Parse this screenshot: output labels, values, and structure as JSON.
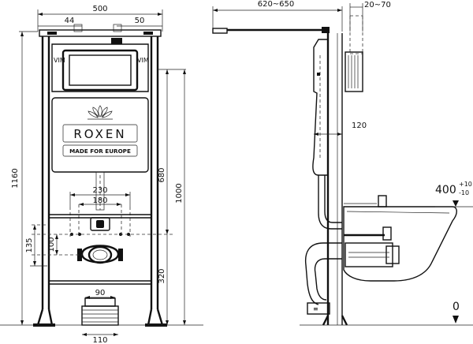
{
  "brand": {
    "name": "ROXEN",
    "tagline": "MADE FOR EUROPE"
  },
  "front_view": {
    "width": "500",
    "top_left_offset": "44",
    "top_right_offset": "50",
    "total_height": "1160",
    "frame_height": "1000",
    "button_to_floor": "680",
    "outlet_height": "320",
    "stud_spacing_outer": "230",
    "stud_spacing_inner": "180",
    "side_135": "135",
    "side_100": "100",
    "drain_90": "90",
    "drain_110": "110"
  },
  "side_view": {
    "depth_range": "620~650",
    "wall_range": "20~70",
    "cistern_depth": "120",
    "seat_height": "400",
    "seat_tol_plus": "+10",
    "seat_tol_minus": "-10",
    "floor_level": "0"
  },
  "icons": [
    "lotus-logo-icon",
    "flush-button-icon",
    "floor-level-marker-icon"
  ]
}
